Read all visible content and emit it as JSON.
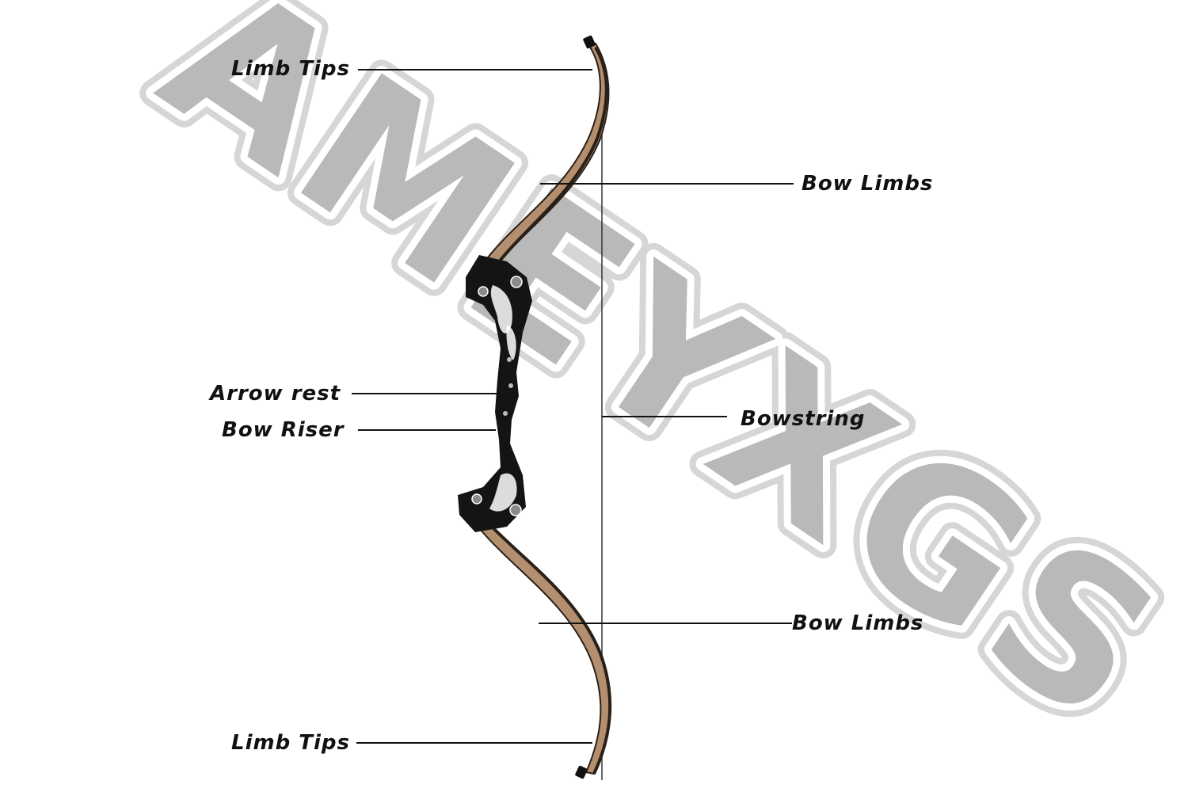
{
  "watermark": {
    "text": "AMEYXGS"
  },
  "labels": {
    "limb_tips_top": "Limb Tips",
    "bow_limbs_top": "Bow Limbs",
    "arrow_rest": "Arrow rest",
    "bow_riser": "Bow Riser",
    "bowstring": "Bowstring",
    "bow_limbs_bottom": "Bow Limbs",
    "limb_tips_bottom": "Limb Tips"
  },
  "colors": {
    "watermark_fill": "#b9b9b9",
    "watermark_outline": "#d9d9d9",
    "limb_wood": "#b38f6f",
    "limb_dark": "#2a2018",
    "riser": "#141414",
    "string": "#333333",
    "text": "#111111"
  }
}
